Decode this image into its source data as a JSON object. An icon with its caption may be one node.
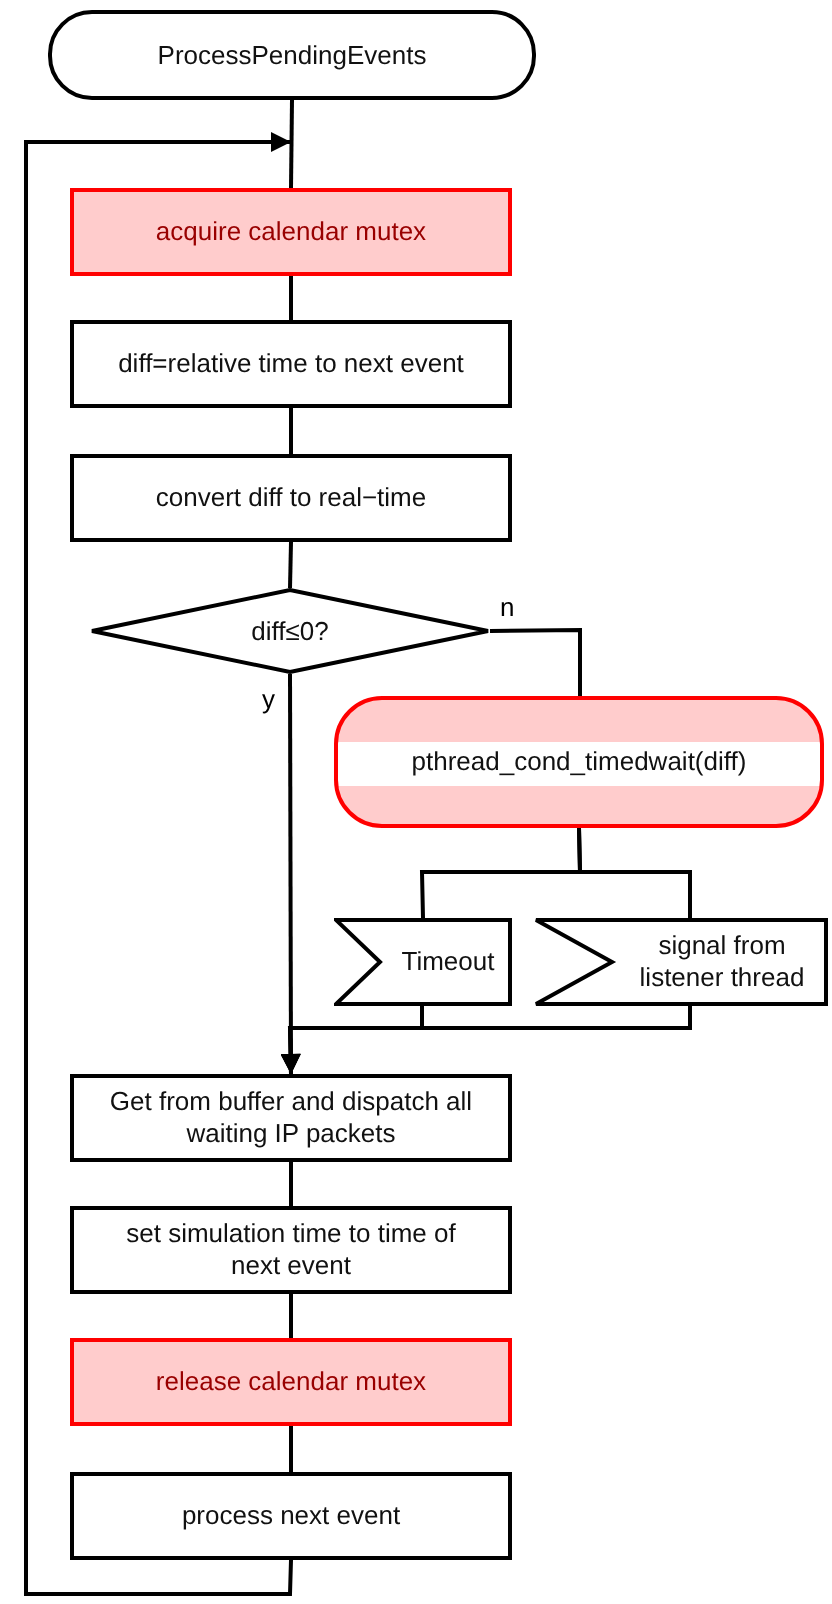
{
  "diagram": {
    "nodes": [
      {
        "text": [
          "ProcessPendingEvents"
        ]
      },
      {
        "text": [
          "acquire calendar mutex"
        ]
      },
      {
        "text": [
          "diff=relative time to next event"
        ]
      },
      {
        "text": [
          "convert diff to real−time"
        ]
      },
      {
        "text": [
          "diff≤0?"
        ]
      },
      {
        "text": [
          "pthread_cond_timedwait(diff)"
        ]
      },
      {
        "text": [
          "Timeout"
        ]
      },
      {
        "text": [
          "signal from listener thread"
        ]
      },
      {
        "text": [
          "Get from buffer and dispatch all waiting IP packets"
        ]
      },
      {
        "text": [
          "set simulation time to time of next event"
        ]
      },
      {
        "text": [
          "release calendar mutex"
        ]
      },
      {
        "text": [
          "process next event"
        ]
      }
    ],
    "edges": [
      {
        "from": 0,
        "to": 1,
        "arrow": "none"
      },
      {
        "from": 11,
        "to": 1,
        "arrow": "to"
      },
      {
        "from": 1,
        "to": 2,
        "arrow": "none"
      },
      {
        "from": 2,
        "to": 3,
        "arrow": "none"
      },
      {
        "from": 3,
        "to": 4,
        "arrow": "none"
      },
      {
        "from": 4,
        "to": 5,
        "arrow": "none",
        "label": "n"
      },
      {
        "from": 4,
        "to": 8,
        "arrow": "to",
        "label": "y"
      },
      {
        "from": 5,
        "to": 6,
        "arrow": "none"
      },
      {
        "from": 5,
        "to": 7,
        "arrow": "none"
      },
      {
        "from": 6,
        "to": 8,
        "arrow": "to"
      },
      {
        "from": 7,
        "to": 8,
        "arrow": "to"
      },
      {
        "from": 8,
        "to": 9,
        "arrow": "none"
      },
      {
        "from": 9,
        "to": 10,
        "arrow": "none"
      },
      {
        "from": 10,
        "to": 11,
        "arrow": "none"
      }
    ]
  }
}
